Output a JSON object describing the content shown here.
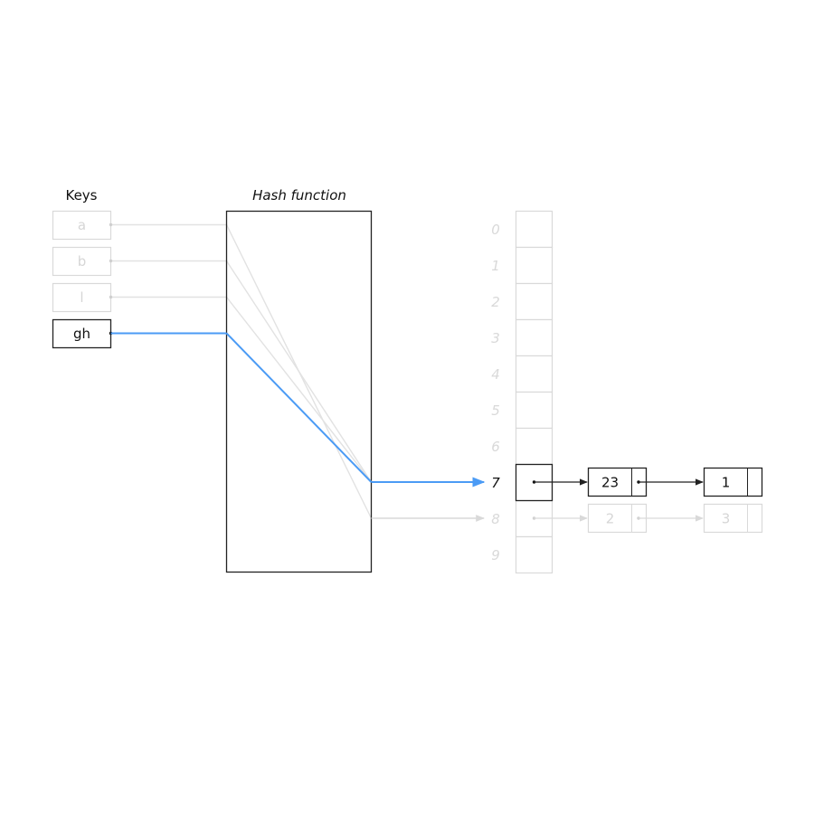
{
  "keys_title": "Keys",
  "hash_title": "Hash function",
  "keys": [
    {
      "label": "a",
      "active": false
    },
    {
      "label": "b",
      "active": false
    },
    {
      "label": "l",
      "active": false
    },
    {
      "label": "gh",
      "active": true
    }
  ],
  "buckets": [
    "0",
    "1",
    "2",
    "3",
    "4",
    "5",
    "6",
    "7",
    "8",
    "9"
  ],
  "active_bucket": 7,
  "chains": [
    {
      "bucket": 7,
      "active": true,
      "nodes": [
        "23",
        "1"
      ]
    },
    {
      "bucket": 8,
      "active": false,
      "nodes": [
        "2",
        "3"
      ]
    }
  ],
  "colors": {
    "highlight": "#4b9bf5",
    "active": "#222222",
    "faded": "#d9d9d9"
  }
}
